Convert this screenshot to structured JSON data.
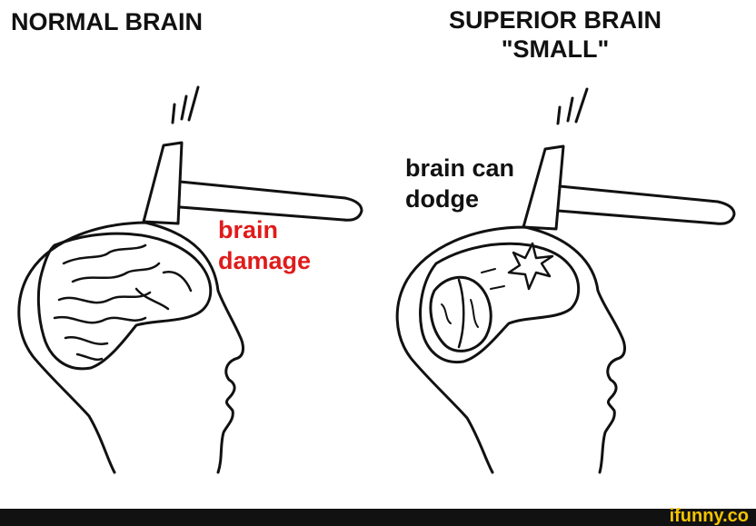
{
  "left_panel": {
    "title": "NORMAL BRAIN",
    "label_lines": [
      "brain",
      "damage"
    ]
  },
  "right_panel": {
    "title_lines": [
      "SUPERIOR BRAIN",
      "\"SMALL\""
    ],
    "label_lines": [
      "brain can",
      "dodge"
    ]
  },
  "footer": {
    "logo": "ifunny.co"
  },
  "colors": {
    "label_red": "#e01b1b",
    "logo_yellow": "#f5c400",
    "footer_bg": "#111111"
  }
}
